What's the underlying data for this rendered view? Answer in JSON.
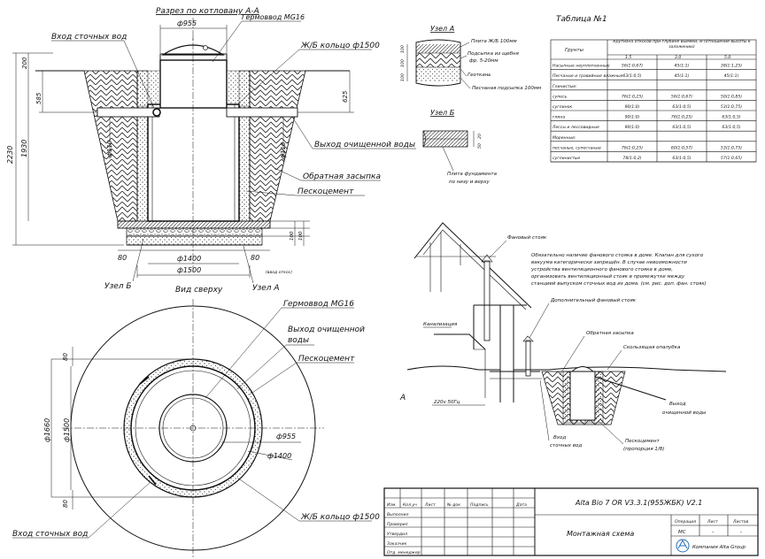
{
  "section": {
    "title": "Разрез по котловану А-А",
    "dim_top_955": "ф955",
    "gland_label": "Гермоввод MG16",
    "inlet_label": "Вход сточных вод",
    "ring_label": "Ж/Б кольцо ф1500",
    "outlet_label": "Выход очищенной воды",
    "backfill_label": "Обратная засыпка",
    "sandcement_label": "Пескоцемент",
    "dim_200": "200",
    "dim_585": "585",
    "dim_1930": "1930",
    "dim_2230": "2230",
    "dim_625": "625",
    "dim_110_left": "ф110",
    "dim_110_right": "ф110",
    "dim_100_a": "100",
    "dim_100_b": "100",
    "dim_80_left": "80",
    "dim_80_right": "80",
    "dim_1400": "ф1400",
    "dim_1500": "ф1500",
    "note_small": "(ввод откос)",
    "node_b_label": "Узел Б",
    "node_a_label": "Узел А",
    "top_view_label": "Вид сверху"
  },
  "plan": {
    "gland_label": "Гермоввод MG16",
    "outlet_label_1": "Выход очищенной",
    "outlet_label_2": "воды",
    "sandcement_label": "Пескоцемент",
    "ring_label": "Ж/Б кольцо ф1500",
    "inlet_label": "Вход сточных вод",
    "dim_1660": "ф1660",
    "dim_1500": "ф1500",
    "dim_955": "ф955",
    "dim_1400": "ф1400",
    "dim_80_top": "80",
    "dim_80_bottom": "80"
  },
  "node_a": {
    "title": "Узел А",
    "l1": "Плита Ж/Б 100мм",
    "l2": "Подсыпка из щебня",
    "l3": "фр. 5-20мм",
    "l4": "Геоткань",
    "l5": "Песчаная подсыпка 100мм",
    "dims": [
      "100",
      "100",
      "100"
    ]
  },
  "node_b": {
    "title": "Узел Б",
    "l1": "Плита фундамента",
    "l2": "по низу и верху",
    "dims": [
      "20",
      "50"
    ]
  },
  "table": {
    "title": "Таблица №1",
    "header_soil": "Грунты",
    "header_group": "Крутизна откосов при глубине выемки, м (отношение высоты к заложению)",
    "depth_cols": [
      "1.5",
      "3.0",
      "5.0"
    ],
    "rows": [
      {
        "name": "Насыпные неуплотненные",
        "v": [
          "56(1:0,67)",
          "45(1:1)",
          "38(1:1,25)"
        ]
      },
      {
        "name": "Песчаные и гравийные влажные",
        "v": [
          "63(1:0,5)",
          "45(1:1)",
          "45(1:1)"
        ]
      },
      {
        "name": "Глинистые:",
        "v": [
          "",
          "",
          ""
        ]
      },
      {
        "name": "супесь",
        "v": [
          "76(1:0,25)",
          "56(1:0,67)",
          "50(1:0,85)"
        ]
      },
      {
        "name": "суглинок",
        "v": [
          "90(1:0)",
          "63(1:0,5)",
          "53(1:0,75)"
        ]
      },
      {
        "name": "глина",
        "v": [
          "90(1:0)",
          "76(1:0,25)",
          "63(1:0,5)"
        ]
      },
      {
        "name": "Лессы и лессовидные",
        "v": [
          "90(1:0)",
          "63(1:0,5)",
          "63(1:0,5)"
        ]
      },
      {
        "name": "Моренные:",
        "v": [
          "",
          "",
          ""
        ]
      },
      {
        "name": "песчаные, супесчаные",
        "v": [
          "76(1:0,25)",
          "60(1:0,57)",
          "53(1:0,75)"
        ]
      },
      {
        "name": "суглинистые",
        "v": [
          "78(1:0,2)",
          "63(1:0,5)",
          "57(1:0,65)"
        ]
      }
    ]
  },
  "house": {
    "fan_label": "Фановый стояк",
    "note_1": "Обязательно наличие фанового стояка в доме. Клапан для сухого",
    "note_2": "вакуума категорически запрещён. В случае невозможности",
    "note_3": "устройства вентиляционного фанового стояка в доме,",
    "note_4": "организовать вентиляционный стояк в промежутке между",
    "note_5": "станцией выпуском сточных вод из дома. (см. рис. доп. фан. стояк)",
    "extra_fan": "Дополнительный фановый стояк",
    "sewer": "Канализация",
    "backfill": "Обратная засыпка",
    "slope": "Скользящая опалубка",
    "outlet_1": "Выход",
    "outlet_2": "очищенной воды",
    "power": "220v 50Гц",
    "inlet_1": "Вход",
    "inlet_2": "сточных вод",
    "sandcement_1": "Пескоцемент",
    "sandcement_2": "(пропорция 1/8)",
    "mark_a": "А"
  },
  "stamp": {
    "doc_code": "Alta Bio 7 OR V3.3.1(955ЖБК) V2.1",
    "doc_name": "Монтажная схема",
    "col_izm": "Изм.",
    "col_kol": "Кол.уч",
    "col_list": "Лист",
    "col_ndoc": "№ док",
    "col_podp": "Подпись",
    "col_data": "Дата",
    "roles": [
      "Выполнил",
      "Проверил",
      "Утвердил",
      "Заказчик",
      "Отд. менеджер"
    ],
    "stage_hdr": "Операция",
    "sheet_hdr": "Лист",
    "sheets_hdr": "Листов",
    "stage_val": "МС",
    "sheet_val": "-",
    "sheets_val": "-",
    "company": "Компания Alta Group"
  }
}
